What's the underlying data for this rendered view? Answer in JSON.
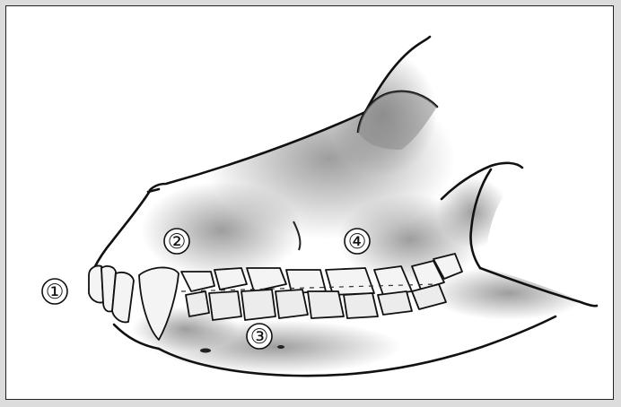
{
  "figure": {
    "labels": [
      "①",
      "②",
      "③",
      "④"
    ]
  },
  "colors": {
    "outline": "#111111",
    "shade": "#9a9a9a",
    "background": "#ffffff",
    "frame_bg": "#dcdcdc"
  }
}
